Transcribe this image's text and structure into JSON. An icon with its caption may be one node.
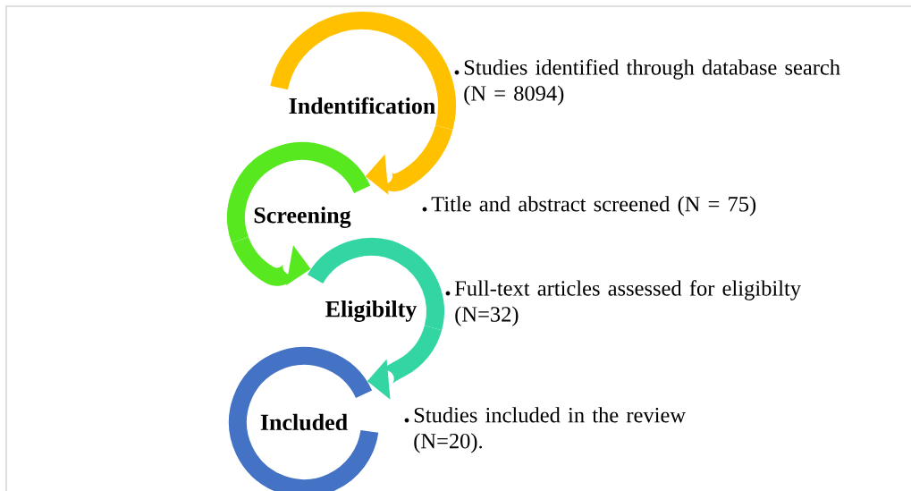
{
  "diagram": {
    "nodes": [
      {
        "text": [
          "Indentification"
        ],
        "beside": [
          "Studies identified through database search (N = 8094)"
        ]
      },
      {
        "text": [
          "Screening"
        ]
      },
      {
        "text": [
          "Eligibilty"
        ],
        "beside": [
          "Full-text articles assessed for eligibilty (N=32)"
        ]
      },
      {
        "text": [
          "Included"
        ],
        "beside": [
          "Studies included in the review (N=20)."
        ]
      }
    ],
    "edges": [
      {
        "from": 0,
        "to": 1,
        "arrow": "to",
        "color": "#ffc000"
      },
      {
        "from": 1,
        "to": 2,
        "arrow": "to",
        "color": "#57e81f"
      },
      {
        "from": 2,
        "to": 3,
        "arrow": "to",
        "color": "#33d6a3"
      }
    ],
    "labels": [
      "Title and abstract screened (N = 75)"
    ]
  }
}
